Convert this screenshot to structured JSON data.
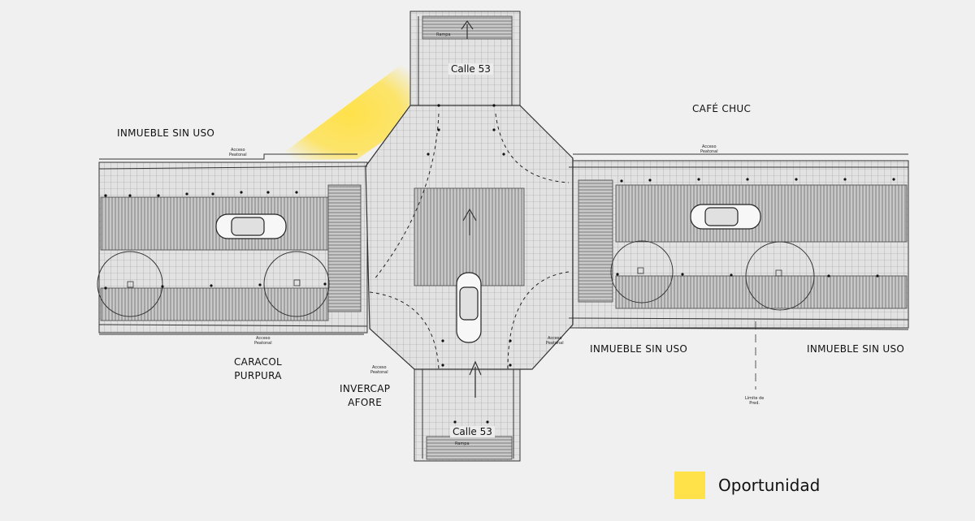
{
  "labels": {
    "inmueble_nw": "INMUEBLE SIN USO",
    "cafe": "CAFÉ CHUC",
    "caracol_1": "CARACOL",
    "caracol_2": "PURPURA",
    "invercap_1": "INVERCAP",
    "invercap_2": "AFORE",
    "inmueble_se1": "INMUEBLE SIN USO",
    "inmueble_se2": "INMUEBLE SIN USO"
  },
  "streets": {
    "north": "Calle 53",
    "south": "Calle 53"
  },
  "annotations": {
    "rampa": "Rampa",
    "acceso_1": "Acceso",
    "acceso_2": "Peatonal",
    "limite_1": "Límite de",
    "limite_2": "Pred."
  },
  "legend": {
    "label": "Oportunidad",
    "color": "#ffe14a"
  },
  "colors": {
    "opportunity": "#ffe14a",
    "line": "#333333",
    "pavement": "#dcdcdc"
  }
}
